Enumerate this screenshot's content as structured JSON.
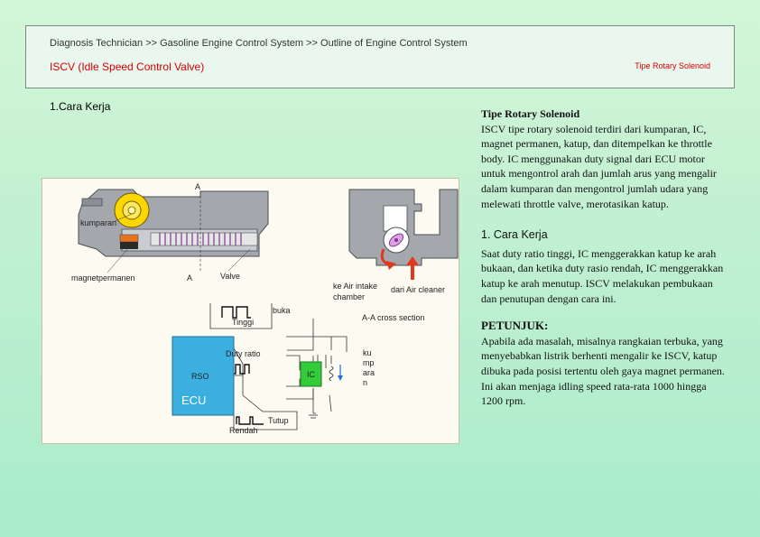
{
  "header": {
    "breadcrumb": "Diagnosis Technician >> Gasoline Engine Control System  >> Outline of Engine Control System",
    "title": "ISCV (Idle Speed Control Valve)",
    "right_label": "Tipe Rotary Solenoid"
  },
  "section_heading": "1.Cara Kerja",
  "diagram": {
    "labels": {
      "a_top": "A",
      "kumparan": "kumparan",
      "magnet": "magnetpermanen",
      "a_bottom": "A",
      "valve": "Valve",
      "intake": "ke Air intake chamber",
      "intake_line1": "ke Air intake",
      "intake_line2": "chamber",
      "cleaner": "dari Air cleaner",
      "section": "A-A cross section",
      "buka": "buka",
      "tinggi": "Tinggi",
      "duty": "Duty ratio",
      "rso": "RSO",
      "ic": "IC",
      "ecu": "ECU",
      "tutup": "Tutup",
      "rendah": "Rendah",
      "kumparan_v": [
        "ku",
        "mp",
        "ara",
        "n"
      ]
    },
    "colors": {
      "ecu_box": "#3bb0e0",
      "ic_box": "#32cc3a",
      "coil": "#ffd700",
      "arrow": "#e03a1e",
      "body": "#a4a8ad"
    }
  },
  "right": {
    "heading1": "Tipe Rotary Solenoid",
    "para1": "ISCV tipe rotary solenoid terdiri dari kumparan, IC, magnet permanen, katup, dan ditempelkan ke throttle body. IC menggunakan duty signal dari ECU motor untuk mengontrol arah dan jumlah arus yang mengalir dalam kumparan dan mengontrol jumlah udara yang melewati throttle valve, merotasikan katup.",
    "heading2": "1. Cara Kerja",
    "para2": "Saat duty ratio tinggi, IC menggerakkan katup ke arah bukaan, dan ketika duty rasio rendah, IC menggerakkan katup ke arah menutup. ISCV melakukan pembukaan dan penutupan dengan cara ini.",
    "heading3": "PETUNJUK:",
    "para3": "Apabila ada masalah, misalnya rangkaian terbuka, yang menyebabkan listrik berhenti mengalir ke ISCV, katup dibuka pada posisi tertentu oleh gaya magnet permanen. Ini akan menjaga idling speed rata-rata 1000 hingga 1200 rpm."
  }
}
